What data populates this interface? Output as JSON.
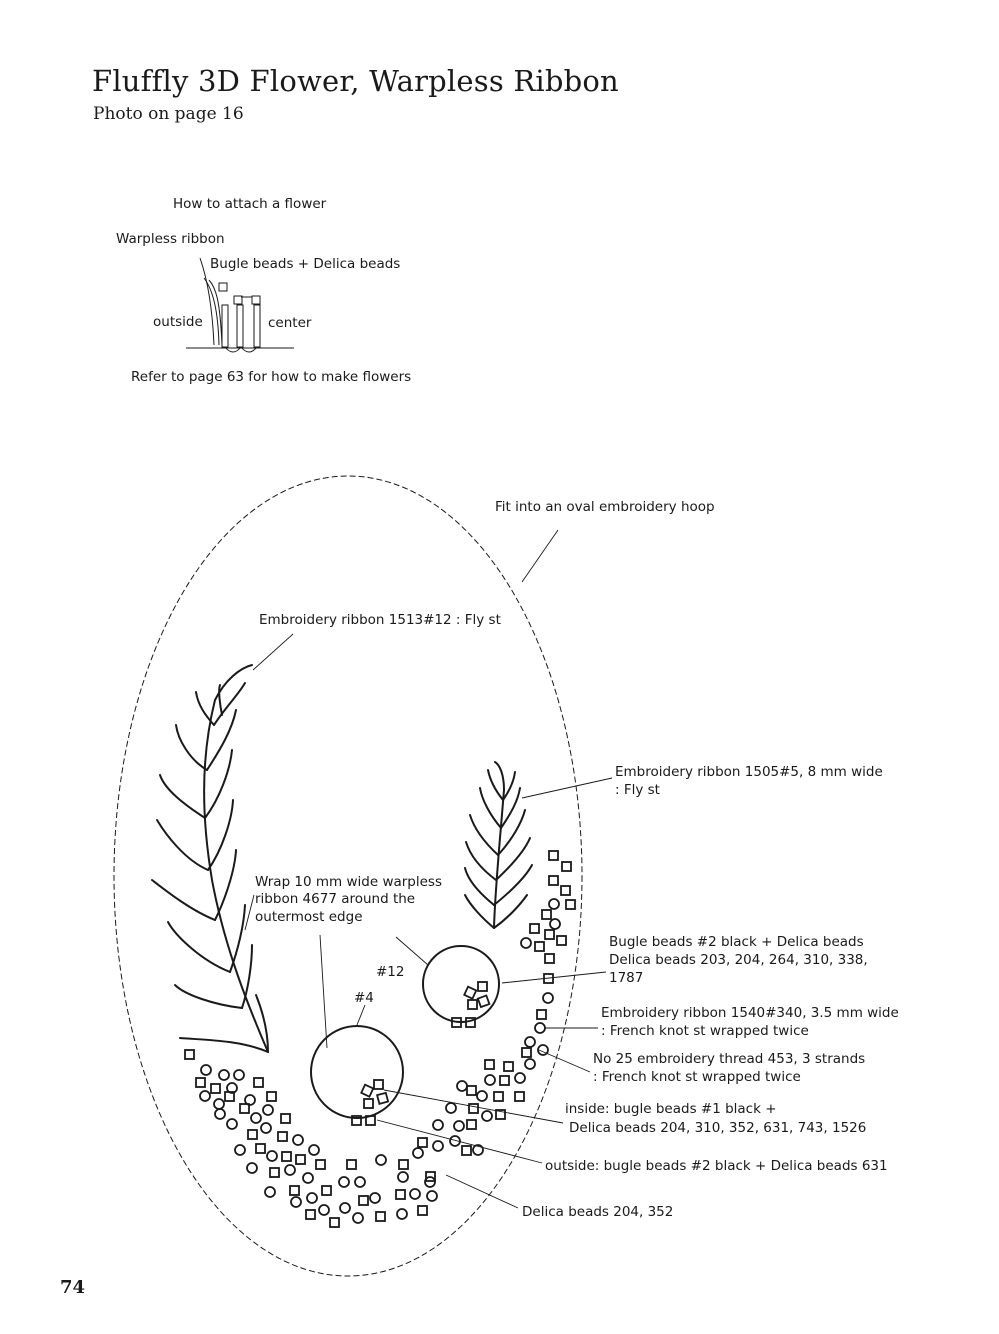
{
  "page": {
    "title": "Fluffly 3D Flower, Warpless Ribbon",
    "subtitle": "Photo on page 16",
    "page_number": "74"
  },
  "attach_diagram": {
    "heading": "How to attach a flower",
    "ribbon_label": "Warpless ribbon",
    "beads_label": "Bugle beads + Delica beads",
    "outside_label": "outside",
    "center_label": "center",
    "note": "Refer to page 63 for how to make flowers"
  },
  "labels": {
    "hoop": "Fit into an oval embroidery hoop",
    "ribbon_1513": "Embroidery ribbon 1513#12 : Fly st",
    "ribbon_1505_line1": "Embroidery ribbon 1505#5, 8 mm wide",
    "ribbon_1505_line2": ": Fly st",
    "wrap_line1": "Wrap 10 mm wide warpless",
    "wrap_line2": "ribbon 4677 around the",
    "wrap_line3": "outermost edge",
    "flower_12": "#12",
    "flower_4": "#4",
    "bugle2_line1": "Bugle beads #2 black + Delica beads",
    "bugle2_line2": "Delica beads 203, 204, 264, 310, 338,",
    "bugle2_line3": "1787",
    "ribbon_1540_line1": "Embroidery ribbon 1540#340, 3.5 mm wide",
    "ribbon_1540_line2": ": French knot st wrapped twice",
    "thread_line1": "No 25 embroidery thread 453, 3 strands",
    "thread_line2": ": French knot st wrapped twice",
    "inside_line1": "inside: bugle beads #1 black +",
    "inside_line2": "Delica beads 204, 310, 352, 631, 743, 1526",
    "outside_beads": "outside: bugle beads #2 black + Delica beads 631",
    "delica": "Delica beads 204, 352"
  },
  "colors": {
    "ink": "#1a1a1a",
    "paper": "#ffffff"
  }
}
